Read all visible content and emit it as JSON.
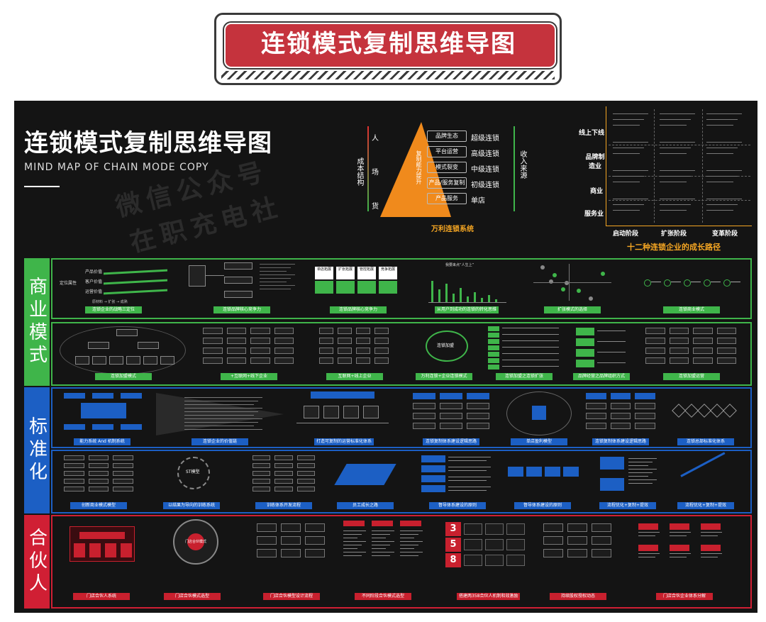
{
  "header": {
    "title": "连锁模式复制思维导图"
  },
  "poster": {
    "title": "连锁模式复制思维导图",
    "subtitle": "MIND MAP OF CHAIN MODE COPY",
    "watermark_line1": "微信公众号",
    "watermark_line2": "在职充电社",
    "pyramid": {
      "left_label": "成本结构",
      "right_label": "收入来源",
      "axis_top": "人",
      "axis_mid": "场",
      "axis_bottom": "货",
      "center_text": "复制能力提升",
      "levels": [
        {
          "item": "品牌生态",
          "tier": "超级连锁"
        },
        {
          "item": "平台运营",
          "tier": "高级连锁"
        },
        {
          "item": "模式裂变",
          "tier": "中级连锁"
        },
        {
          "item": "产品/服务复制",
          "tier": "初级连锁"
        },
        {
          "item": "产品服务",
          "tier": "单店"
        }
      ],
      "caption": "万利连锁系统"
    },
    "growth": {
      "rows": [
        "线上下线",
        "品牌制造业",
        "商业",
        "服务业"
      ],
      "stages": [
        "启动阶段",
        "扩张阶段",
        "变革阶段"
      ],
      "caption": "十二种连锁企业的成长路径"
    },
    "sections": [
      {
        "label": "商业模式",
        "color": "#3fb54a"
      },
      {
        "label": "标准化",
        "color": "#1c5fc4"
      },
      {
        "label": "合伙人",
        "color": "#d01f34"
      }
    ],
    "business_row1": [
      "连锁企业的战略三定位",
      "连锁品牌核心竞争力",
      "连锁品牌核心竞争力",
      "从用户到成功的连锁的转化思维",
      "扩张模式的选择",
      "连锁商业模式"
    ],
    "business_row2": [
      "连锁加盟模式",
      "+互联网+线下企业",
      "互联网+线上企业",
      "万利连锁+企业连锁模式",
      "连锁加盟之连锁扩张",
      "品牌经营之品牌组织方式",
      "连锁加盟运营"
    ],
    "standard_row1": [
      "能力系统 And 机制系统",
      "连锁企业的价值链",
      "打造可复制的运营标准化体系",
      "连锁复制体系建设逻辑思路",
      "单店盈利模型",
      "连锁复制体系建设逻辑思路",
      "连锁总部标准化体系"
    ],
    "standard_row2": [
      "创新商业模式模型",
      "以结果为导向的训练系统",
      "训练体系开发流程",
      "员工成长之路",
      "督导体系建设的原则",
      "督导体系建设的原则",
      "流程优化+复制+提效",
      "流程优化+复制+提效"
    ],
    "partner_row": [
      "门店合伙人系统",
      "门店合伙模式选型",
      "门店合伙模型设计流程",
      "不同阶段合伙模式选型",
      "搭建两358合伙人机制和效激励",
      "持续股权授权动态",
      "门店合伙企业体系分解"
    ],
    "partner_numbers": [
      "3",
      "5",
      "8"
    ],
    "diagram_bits": {
      "vp_labels": [
        "产品价值",
        "客户价值",
        "运营价值"
      ],
      "vp_axis": "原材料 → 扩张 → 成熟",
      "vp_left": "定位属性",
      "ch_boxes": [
        "单店拓展",
        "扩张拓展",
        "管控拓展",
        "竞争拓展"
      ],
      "circle_center": "门店合伙模式",
      "st_center": "ST模型",
      "hub": "连锁加盟",
      "lollipop_title": "我要来点“人生上”"
    }
  }
}
